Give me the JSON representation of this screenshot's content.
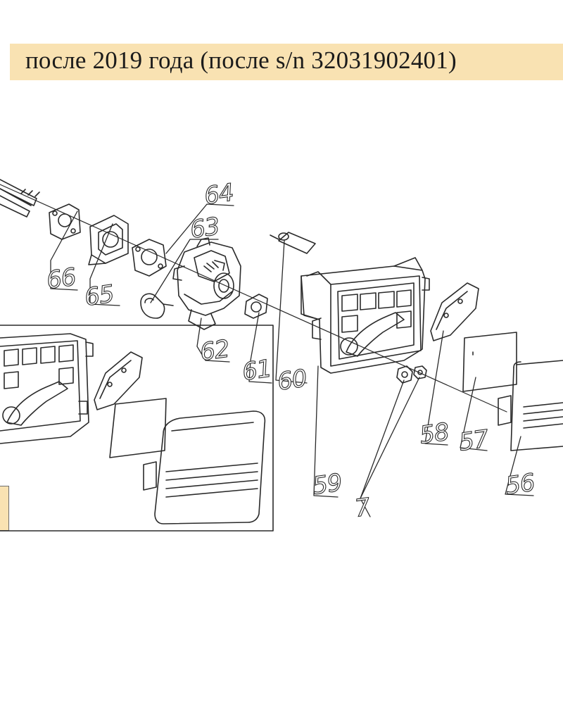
{
  "header": {
    "title": "после 2019 года (после s/n 32031902401)"
  },
  "callouts": {
    "c7": "7",
    "c56": "56",
    "c57": "57",
    "c58": "58",
    "c59": "59",
    "c60": "60",
    "c61": "61",
    "c62": "62",
    "c63": "63",
    "c64": "64",
    "c65": "65",
    "c66": "66"
  },
  "colors": {
    "banner": "#f9e2b2",
    "line": "#2a2a2a"
  }
}
